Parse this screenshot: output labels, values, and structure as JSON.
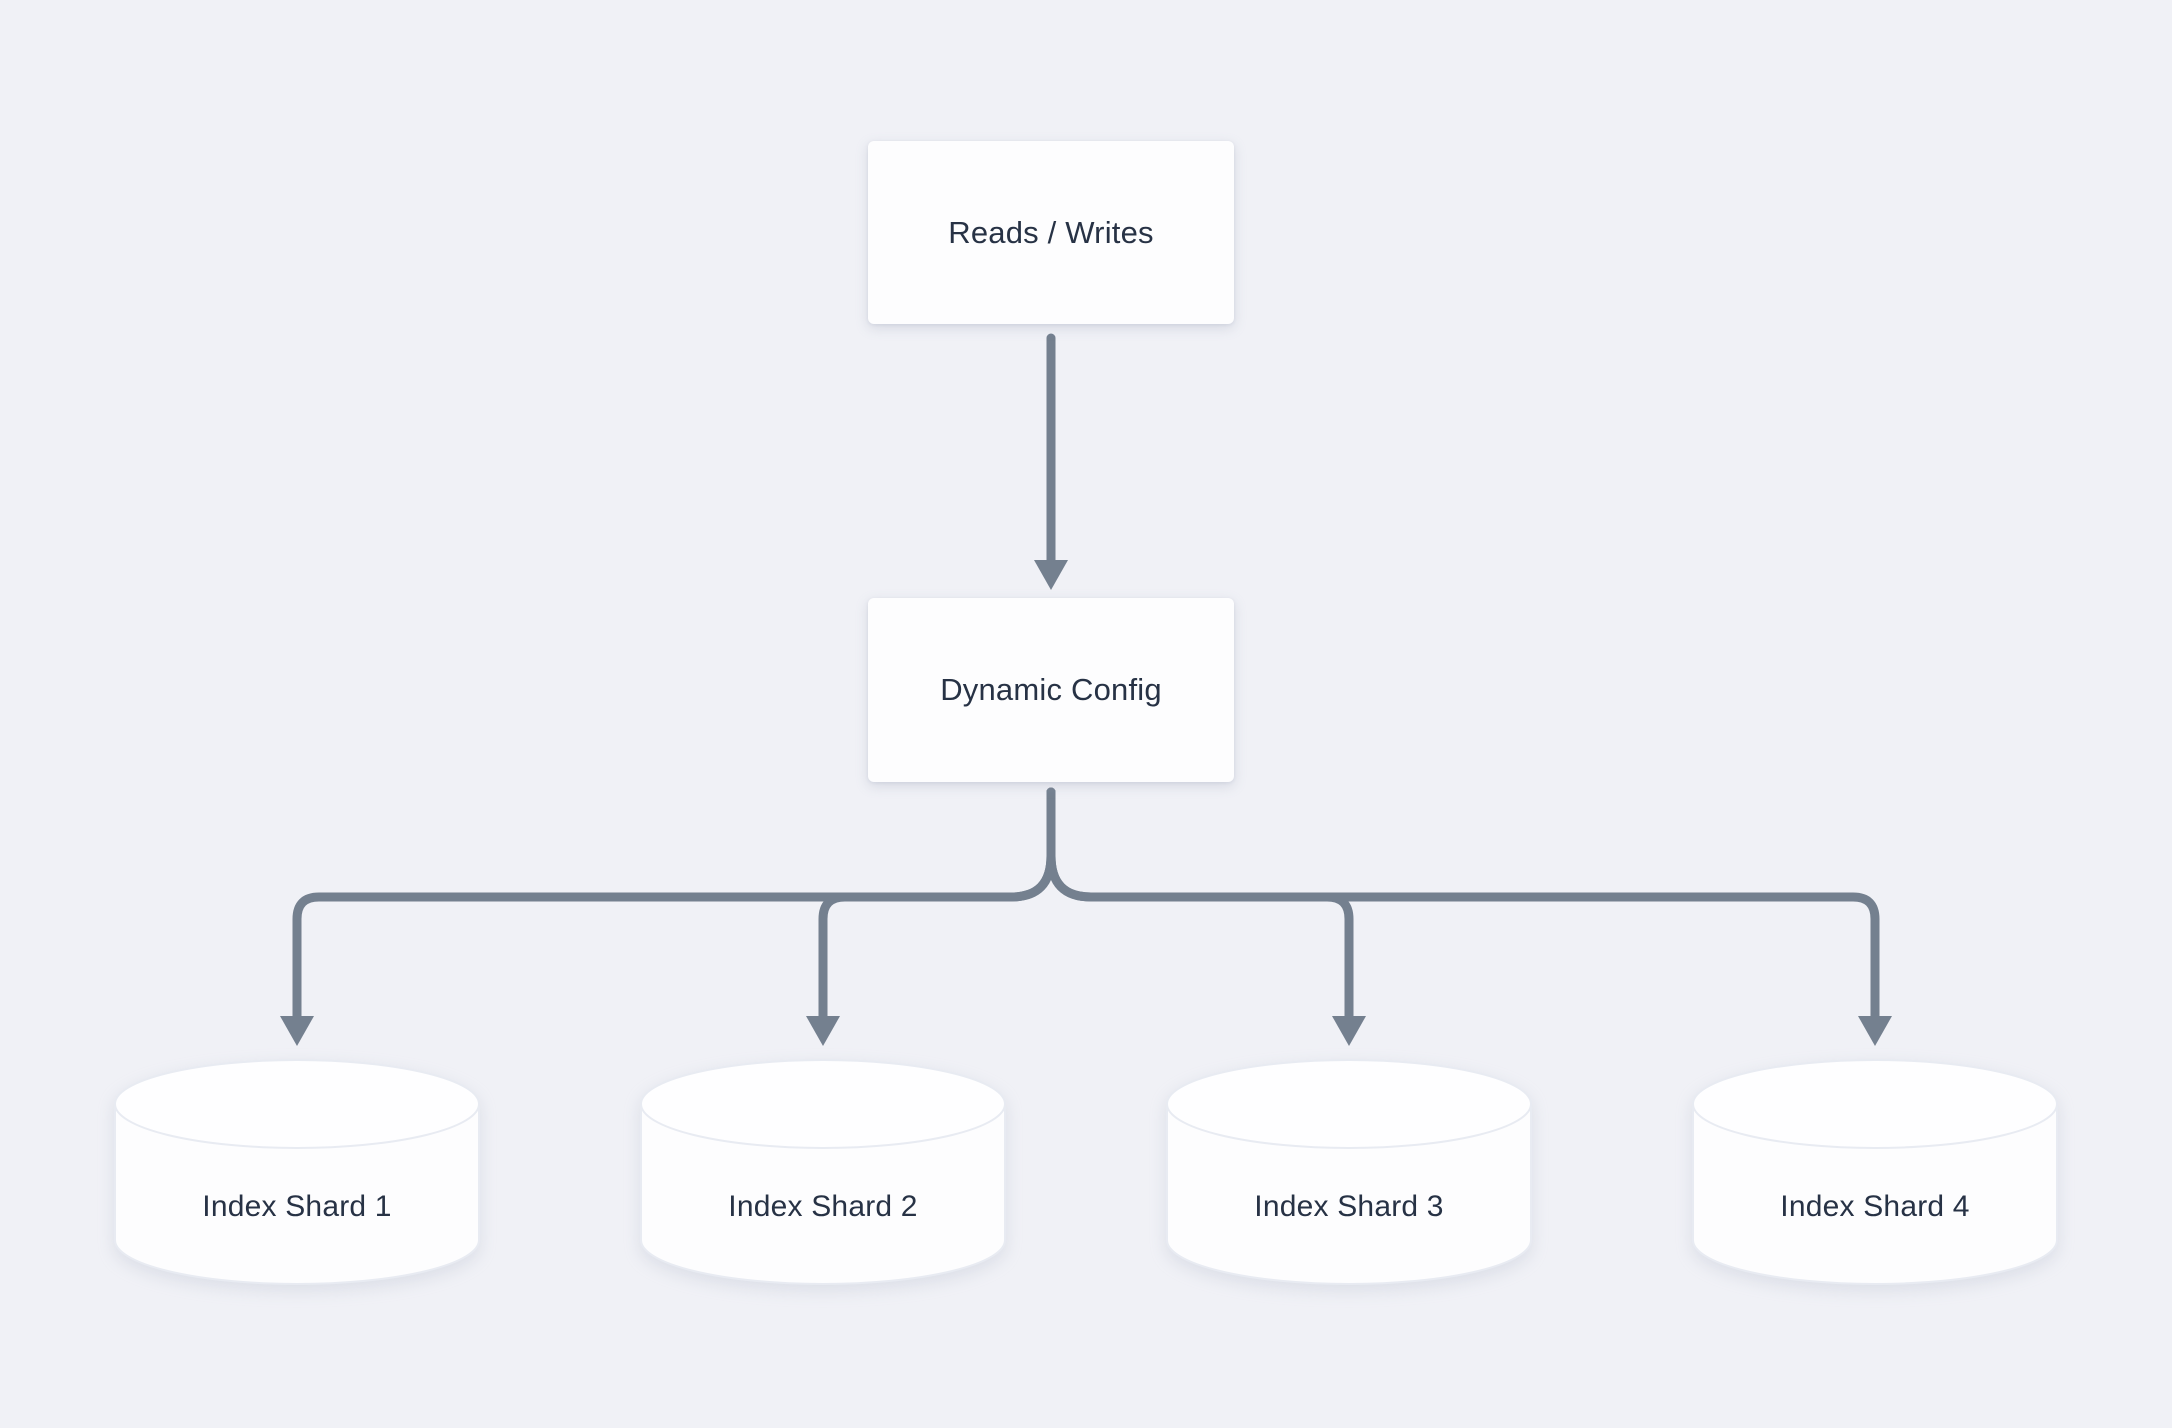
{
  "diagram": {
    "nodes": {
      "reads_writes": {
        "label": "Reads / Writes",
        "shape": "rectangle"
      },
      "dynamic_config": {
        "label": "Dynamic Config",
        "shape": "rectangle"
      },
      "shards": [
        {
          "label": "Index Shard 1",
          "shape": "cylinder"
        },
        {
          "label": "Index Shard 2",
          "shape": "cylinder"
        },
        {
          "label": "Index Shard 3",
          "shape": "cylinder"
        },
        {
          "label": "Index Shard 4",
          "shape": "cylinder"
        }
      ]
    },
    "edges": [
      {
        "from": "Reads / Writes",
        "to": "Dynamic Config",
        "arrow": "down"
      },
      {
        "from": "Dynamic Config",
        "to": "Index Shard 1",
        "arrow": "down"
      },
      {
        "from": "Dynamic Config",
        "to": "Index Shard 2",
        "arrow": "down"
      },
      {
        "from": "Dynamic Config",
        "to": "Index Shard 3",
        "arrow": "down"
      },
      {
        "from": "Dynamic Config",
        "to": "Index Shard 4",
        "arrow": "down"
      }
    ],
    "colors": {
      "background": "#f0f1f6",
      "node_fill": "#fdfdfe",
      "node_text": "#273245",
      "connector": "#74808f",
      "cylinder_stroke": "#e8ebf2"
    }
  }
}
